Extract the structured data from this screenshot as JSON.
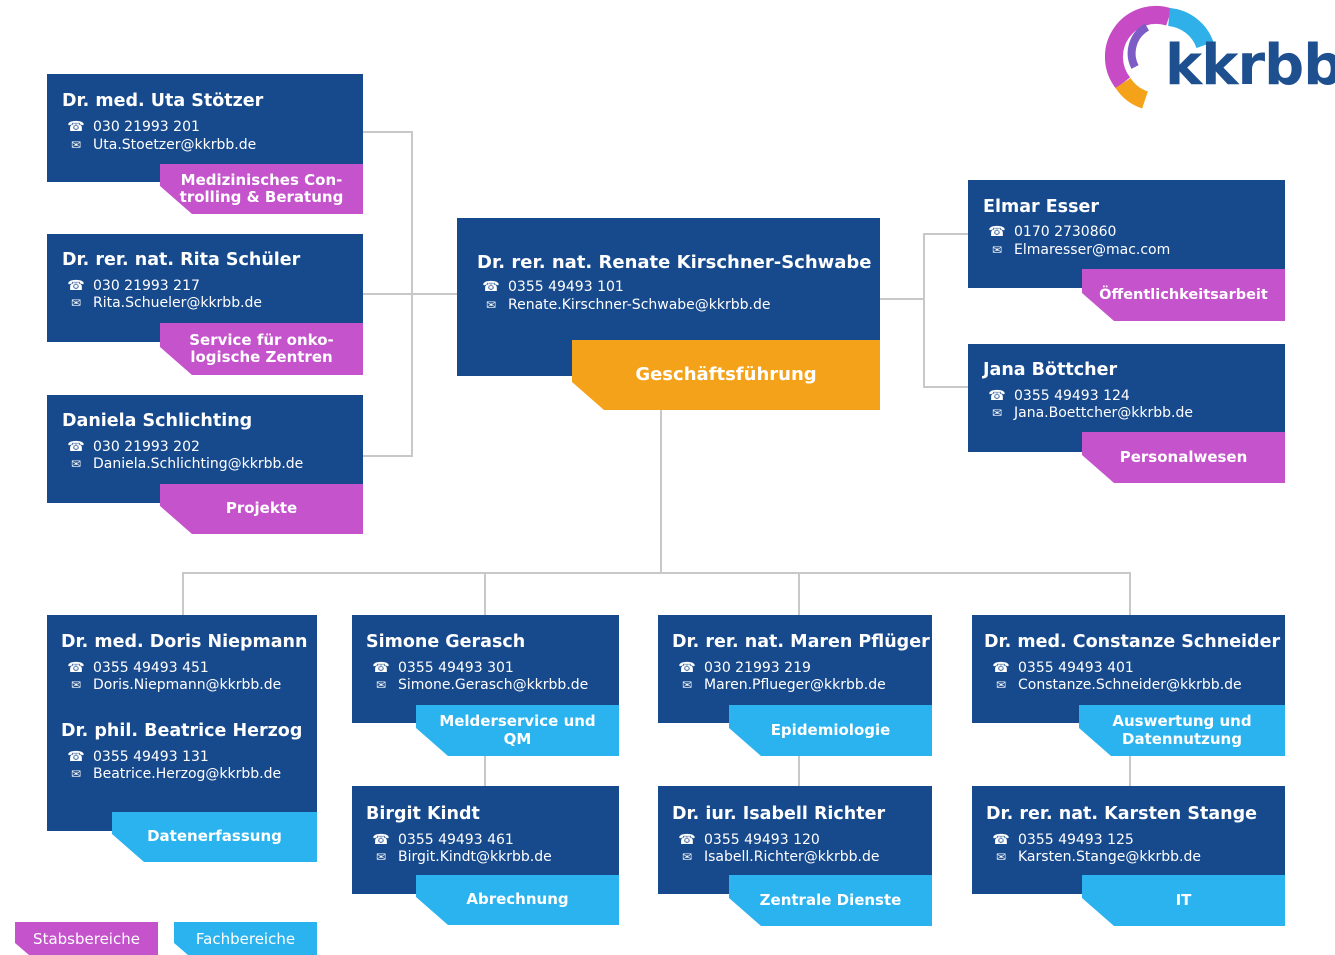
{
  "logo": {
    "text": "kkrbb",
    "colors": [
      "#2fb0e8",
      "#7d5cc6",
      "#c64bc4",
      "#f5a21b"
    ]
  },
  "colors": {
    "card": "#17498d",
    "stab": "#c453cc",
    "fach": "#2ab3ef",
    "gf": "#f5a21b",
    "connector": "#c8c8c8"
  },
  "center": {
    "name": "Dr. rer. nat. Renate Kirschner-Schwabe",
    "phone": "0355 49493 101",
    "email": "Renate.Kirschner-Schwabe@kkrbb.de",
    "unit": "Geschäftsführung"
  },
  "left_staff": [
    {
      "name": "Dr. med. Uta Stötzer",
      "phone": "030 21993 201",
      "email": "Uta.Stoetzer@kkrbb.de",
      "unit_line1": "Medizinisches Con-",
      "unit_line2": "trolling & Beratung"
    },
    {
      "name": "Dr. rer. nat. Rita Schüler",
      "phone": "030 21993 217",
      "email": "Rita.Schueler@kkrbb.de",
      "unit_line1": "Service für onko-",
      "unit_line2": "logische Zentren"
    },
    {
      "name": "Daniela Schlichting",
      "phone": "030 21993 202",
      "email": "Daniela.Schlichting@kkrbb.de",
      "unit": "Projekte"
    }
  ],
  "right_staff": [
    {
      "name": "Elmar Esser",
      "phone": "0170 2730860",
      "email": "Elmaresser@mac.com",
      "unit": "Öffentlichkeitsarbeit"
    },
    {
      "name": "Jana Böttcher",
      "phone": "0355 49493 124",
      "email": "Jana.Boettcher@kkrbb.de",
      "unit": "Personalwesen"
    }
  ],
  "departments": [
    {
      "p1": {
        "name": "Dr. med. Doris Niepmann",
        "phone": "0355 49493 451",
        "email": "Doris.Niepmann@kkrbb.de"
      },
      "p2": {
        "name": "Dr. phil. Beatrice Herzog",
        "phone": "0355 49493 131",
        "email": "Beatrice.Herzog@kkrbb.de"
      },
      "unit": "Datenerfassung"
    },
    {
      "top": {
        "name": "Simone Gerasch",
        "phone": "0355 49493 301",
        "email": "Simone.Gerasch@kkrbb.de",
        "unit_line1": "Melderservice und",
        "unit_line2": "QM"
      },
      "bottom": {
        "name": "Birgit Kindt",
        "phone": "0355 49493 461",
        "email": "Birgit.Kindt@kkrbb.de",
        "unit": "Abrechnung"
      }
    },
    {
      "top": {
        "name": "Dr. rer. nat. Maren Pflüger",
        "phone": "030 21993 219",
        "email": "Maren.Pflueger@kkrbb.de",
        "unit": "Epidemiologie"
      },
      "bottom": {
        "name": "Dr. iur. Isabell Richter",
        "phone": "0355 49493 120",
        "email": "Isabell.Richter@kkrbb.de",
        "unit": "Zentrale Dienste"
      }
    },
    {
      "top": {
        "name": "Dr. med. Constanze Schneider",
        "phone": "0355 49493 401",
        "email": "Constanze.Schneider@kkrbb.de",
        "unit_line1": "Auswertung und",
        "unit_line2": "Datennutzung"
      },
      "bottom": {
        "name": "Dr. rer. nat. Karsten Stange",
        "phone": "0355 49493 125",
        "email": "Karsten.Stange@kkrbb.de",
        "unit": "IT"
      }
    }
  ],
  "legend": {
    "stab": "Stabsbereiche",
    "fach": "Fachbereiche"
  },
  "icons": {
    "phone": "phone-icon",
    "email": "envelope-icon"
  }
}
